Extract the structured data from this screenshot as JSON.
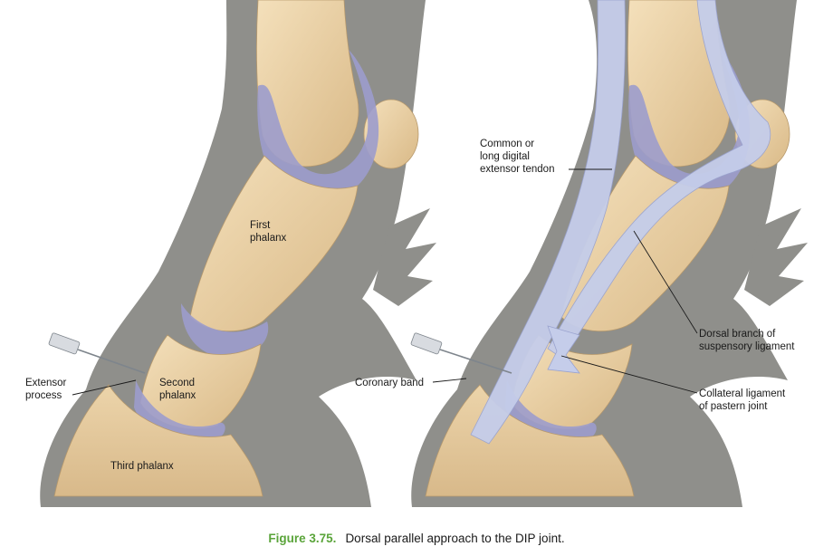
{
  "labels": {
    "first_phalanx": [
      "First",
      "phalanx"
    ],
    "second_phalanx": [
      "Second",
      "phalanx"
    ],
    "third_phalanx": "Third phalanx",
    "extensor_process": [
      "Extensor",
      "process"
    ],
    "coronary_band": "Coronary band",
    "common_extensor": [
      "Common or",
      "long digital",
      "extensor tendon"
    ],
    "dorsal_branch": [
      "Dorsal branch of",
      "suspensory ligament"
    ],
    "collateral_ligament": [
      "Collateral ligament",
      "of pastern joint"
    ]
  },
  "caption": {
    "figure_number": "Figure 3.75.",
    "text": "Dorsal parallel approach to the DIP joint."
  },
  "colors": {
    "skin": "#8f8f8b",
    "bone": "#ecd2a6",
    "cartilage": "#9c9ccc",
    "tendon": "#c5cdea",
    "caption_accent": "#5aa43a"
  }
}
